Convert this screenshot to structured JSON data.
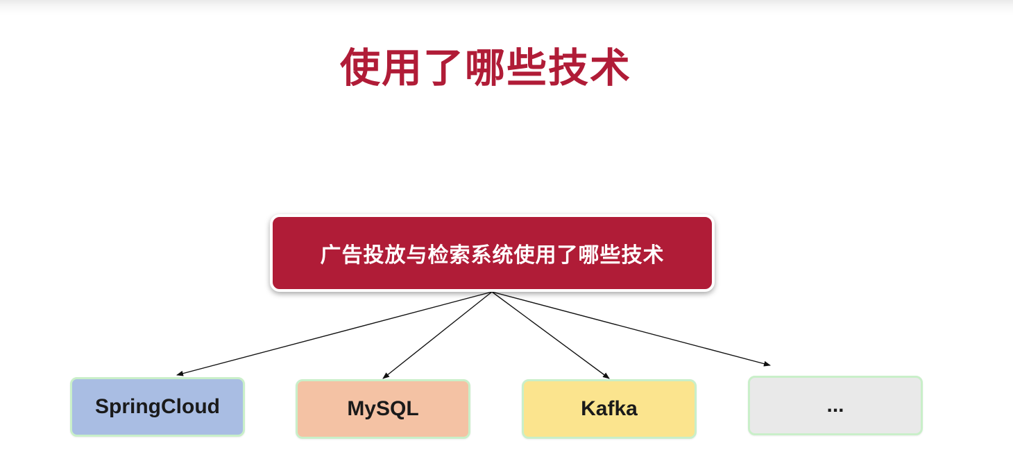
{
  "title": "使用了哪些技术",
  "root": {
    "label": "广告投放与检索系统使用了哪些技术",
    "color": "#b01c37"
  },
  "children": [
    {
      "label": "SpringCloud",
      "color": "#a9bde3"
    },
    {
      "label": "MySQL",
      "color": "#f4c2a4"
    },
    {
      "label": "Kafka",
      "color": "#fbe48e"
    },
    {
      "label": "...",
      "color": "#e9e9e9"
    }
  ]
}
